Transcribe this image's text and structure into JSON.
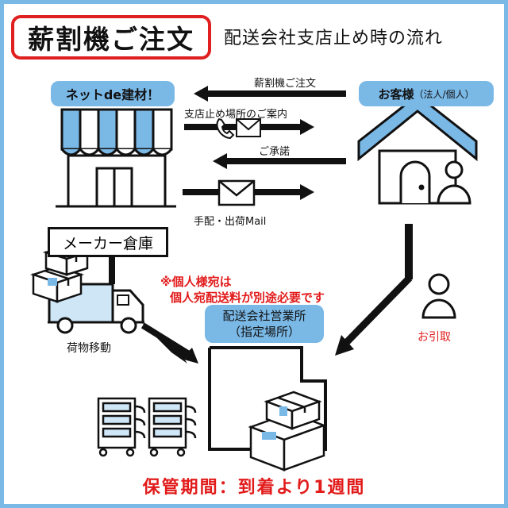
{
  "title": "薪割機ご注文",
  "subtitle": "配送会社支店止め時の流れ",
  "colors": {
    "frame": "#7ab8e6",
    "accent_red": "#e21b1b",
    "ink": "#111111",
    "light_blue": "#cfe6f7"
  },
  "store": {
    "label": "ネットde建材！"
  },
  "customer": {
    "label": "お客様",
    "label_sub": "（法人/個人）"
  },
  "flows": {
    "order": "薪割機ご注文",
    "location_guide": "支店止め場所のご案内",
    "consent": "ご承諾",
    "arrange_ship_mail": "手配・出荷Mail"
  },
  "warehouse": {
    "label": "メーカー倉庫",
    "move_label": "荷物移動"
  },
  "note": {
    "line1": "※個人様宛は",
    "line2": "個人宛配送料が別途必要です"
  },
  "depot": {
    "line1": "配送会社営業所",
    "line2": "（指定場所）"
  },
  "pickup": {
    "label": "お引取"
  },
  "footer": {
    "storage": "保管期間：到着より1週間"
  },
  "icons": [
    "storefront-icon",
    "house-icon",
    "person-icon",
    "envelope-icon",
    "phone-icon",
    "truck-icon",
    "box-icon",
    "warehouse-building-icon",
    "cart-icon"
  ]
}
